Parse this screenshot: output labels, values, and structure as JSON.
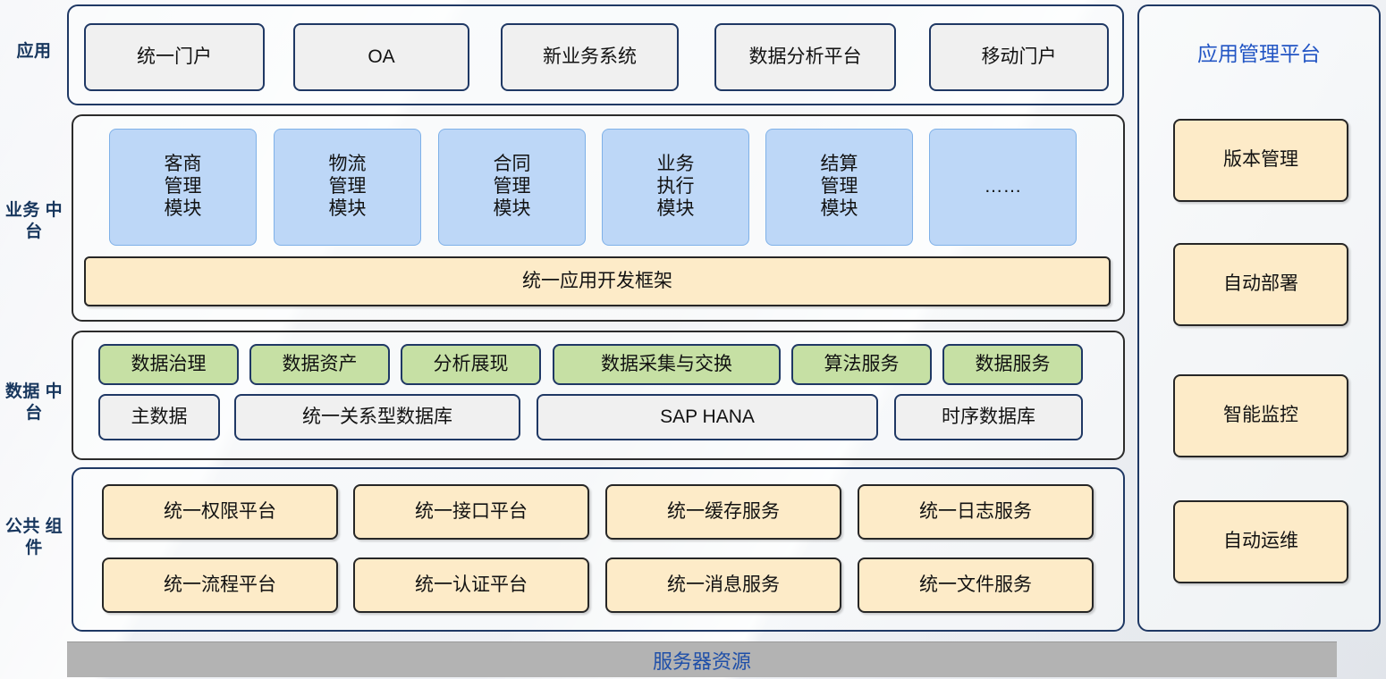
{
  "layers": {
    "application": {
      "label": "应用",
      "boxes": [
        {
          "text": "统一门户"
        },
        {
          "text": "OA"
        },
        {
          "text": "新业务系统"
        },
        {
          "text": "数据分析平台"
        },
        {
          "text": "移动门户"
        }
      ]
    },
    "business_middle": {
      "label": "业务\n中台",
      "modules": [
        {
          "text": "客商\n管理\n模块"
        },
        {
          "text": "物流\n管理\n模块"
        },
        {
          "text": "合同\n管理\n模块"
        },
        {
          "text": "业务\n执行\n模块"
        },
        {
          "text": "结算\n管理\n模块"
        },
        {
          "text": "……"
        }
      ],
      "framework": {
        "text": "统一应用开发框架"
      }
    },
    "data_middle": {
      "label": "数据\n中台",
      "capabilities": [
        {
          "text": "数据治理"
        },
        {
          "text": "数据资产"
        },
        {
          "text": "分析展现"
        },
        {
          "text": "数据采集与交换"
        },
        {
          "text": "算法服务"
        },
        {
          "text": "数据服务"
        }
      ],
      "stores": [
        {
          "text": "主数据"
        },
        {
          "text": "统一关系型数据库"
        },
        {
          "text": "SAP HANA"
        },
        {
          "text": "时序数据库"
        }
      ]
    },
    "common_components": {
      "label": "公共\n组件",
      "row1": [
        {
          "text": "统一权限平台"
        },
        {
          "text": "统一接口平台"
        },
        {
          "text": "统一缓存服务"
        },
        {
          "text": "统一日志服务"
        }
      ],
      "row2": [
        {
          "text": "统一流程平台"
        },
        {
          "text": "统一认证平台"
        },
        {
          "text": "统一消息服务"
        },
        {
          "text": "统一文件服务"
        }
      ]
    }
  },
  "app_management": {
    "title": "应用管理平台",
    "items": [
      {
        "text": "版本管理"
      },
      {
        "text": "自动部署"
      },
      {
        "text": "智能监控"
      },
      {
        "text": "自动运维"
      }
    ]
  },
  "infrastructure": {
    "label": "服务器资源"
  },
  "colors": {
    "navy_border": "#1F3864",
    "dark_border": "#262626",
    "blue_fill": "#BDD7F7",
    "green_fill": "#C6E0A4",
    "yellow_fill": "#FDEBC8",
    "gray_fill": "#F0F0F0",
    "label_text": "#17365D",
    "title_text": "#2255C4",
    "server_bar_fill": "#B3B3B3"
  }
}
